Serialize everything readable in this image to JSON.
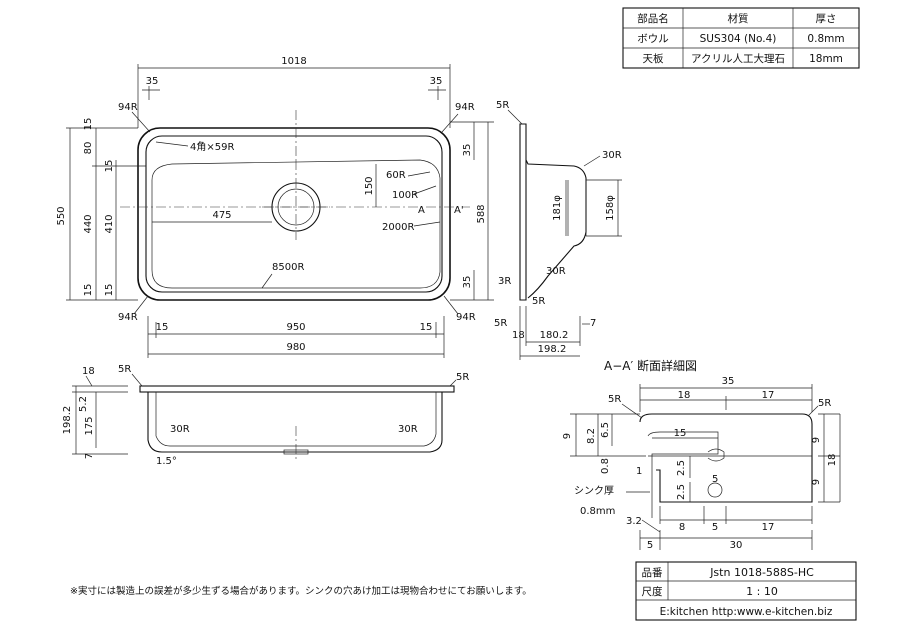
{
  "spec_table": {
    "headers": [
      "部品名",
      "材質",
      "厚さ"
    ],
    "rows": [
      [
        "ボウル",
        "SUS304 (No.4)",
        "0.8mm"
      ],
      [
        "天板",
        "アクリル人工大理石",
        "18mm"
      ]
    ]
  },
  "plan_view": {
    "d_1018": "1018",
    "d_35_tl": "35",
    "d_35_tr": "35",
    "r_94_tl": "94R",
    "r_94_tr": "94R",
    "r_94_bl": "94R",
    "r_94_br": "94R",
    "corner_note": "4角×59R",
    "d_550": "550",
    "d_80": "80",
    "d_15_a": "15",
    "d_15_b": "15",
    "d_440": "440",
    "d_410": "410",
    "d_15_c": "15",
    "d_15_d": "15",
    "d_475": "475",
    "d_150": "150",
    "r_60": "60R",
    "r_100": "100R",
    "section_a": "A",
    "section_a2": "A'",
    "r_2000": "2000R",
    "r_8500": "8500R",
    "d_588": "588",
    "d_35_r1": "35",
    "d_35_r2": "35",
    "d_15_bl": "15",
    "d_950": "950",
    "d_15_br": "15",
    "d_980": "980"
  },
  "side_view": {
    "r_5_top": "5R",
    "r_30_top": "30R",
    "d_181": "181φ",
    "d_158": "158φ",
    "r_30_bot": "30R",
    "r_3": "3R",
    "r_5_mid": "5R",
    "r_5_bot": "5R",
    "d_18": "18",
    "d_180_2": "180.2",
    "d_7": "7",
    "d_198_2": "198.2"
  },
  "front_view": {
    "r_5_l": "5R",
    "r_5_r": "5R",
    "d_18": "18",
    "d_5_2": "5.2",
    "d_198_2": "198.2",
    "d_175": "175",
    "d_7": "7",
    "r_30_l": "30R",
    "r_30_r": "30R",
    "slope": "1.5°"
  },
  "section_detail": {
    "title": "A−A′ 断面詳細図",
    "d_35": "35",
    "d_18": "18",
    "d_17_top": "17",
    "r_5_l": "5R",
    "r_5_r": "5R",
    "d_9_l": "9",
    "d_8_2": "8.2",
    "d_6_5": "6.5",
    "d_15": "15",
    "d_9_r1": "9",
    "d_18_r": "18",
    "d_9_r2": "9",
    "d_0_8": "0.8",
    "d_1": "1",
    "d_2_5_a": "2.5",
    "d_5": "5",
    "d_2_5_b": "2.5",
    "sink_thickness_label": "シンク厚",
    "sink_thickness_value": "0.8mm",
    "d_3_2": "3.2",
    "d_8": "8",
    "d_5_b": "5",
    "d_17_b": "17",
    "d_5_c": "5",
    "d_30": "30"
  },
  "note": "※実寸には製造上の誤差が多少生ずる場合があります。シンクの穴あけ加工は現物合わせにてお願いします。",
  "title_block": {
    "part_no_label": "品番",
    "part_no": "Jstn 1018-588S-HC",
    "scale_label": "尺度",
    "scale": "1 : 10",
    "company": "E:kitchen http:www.e-kitchen.biz"
  }
}
